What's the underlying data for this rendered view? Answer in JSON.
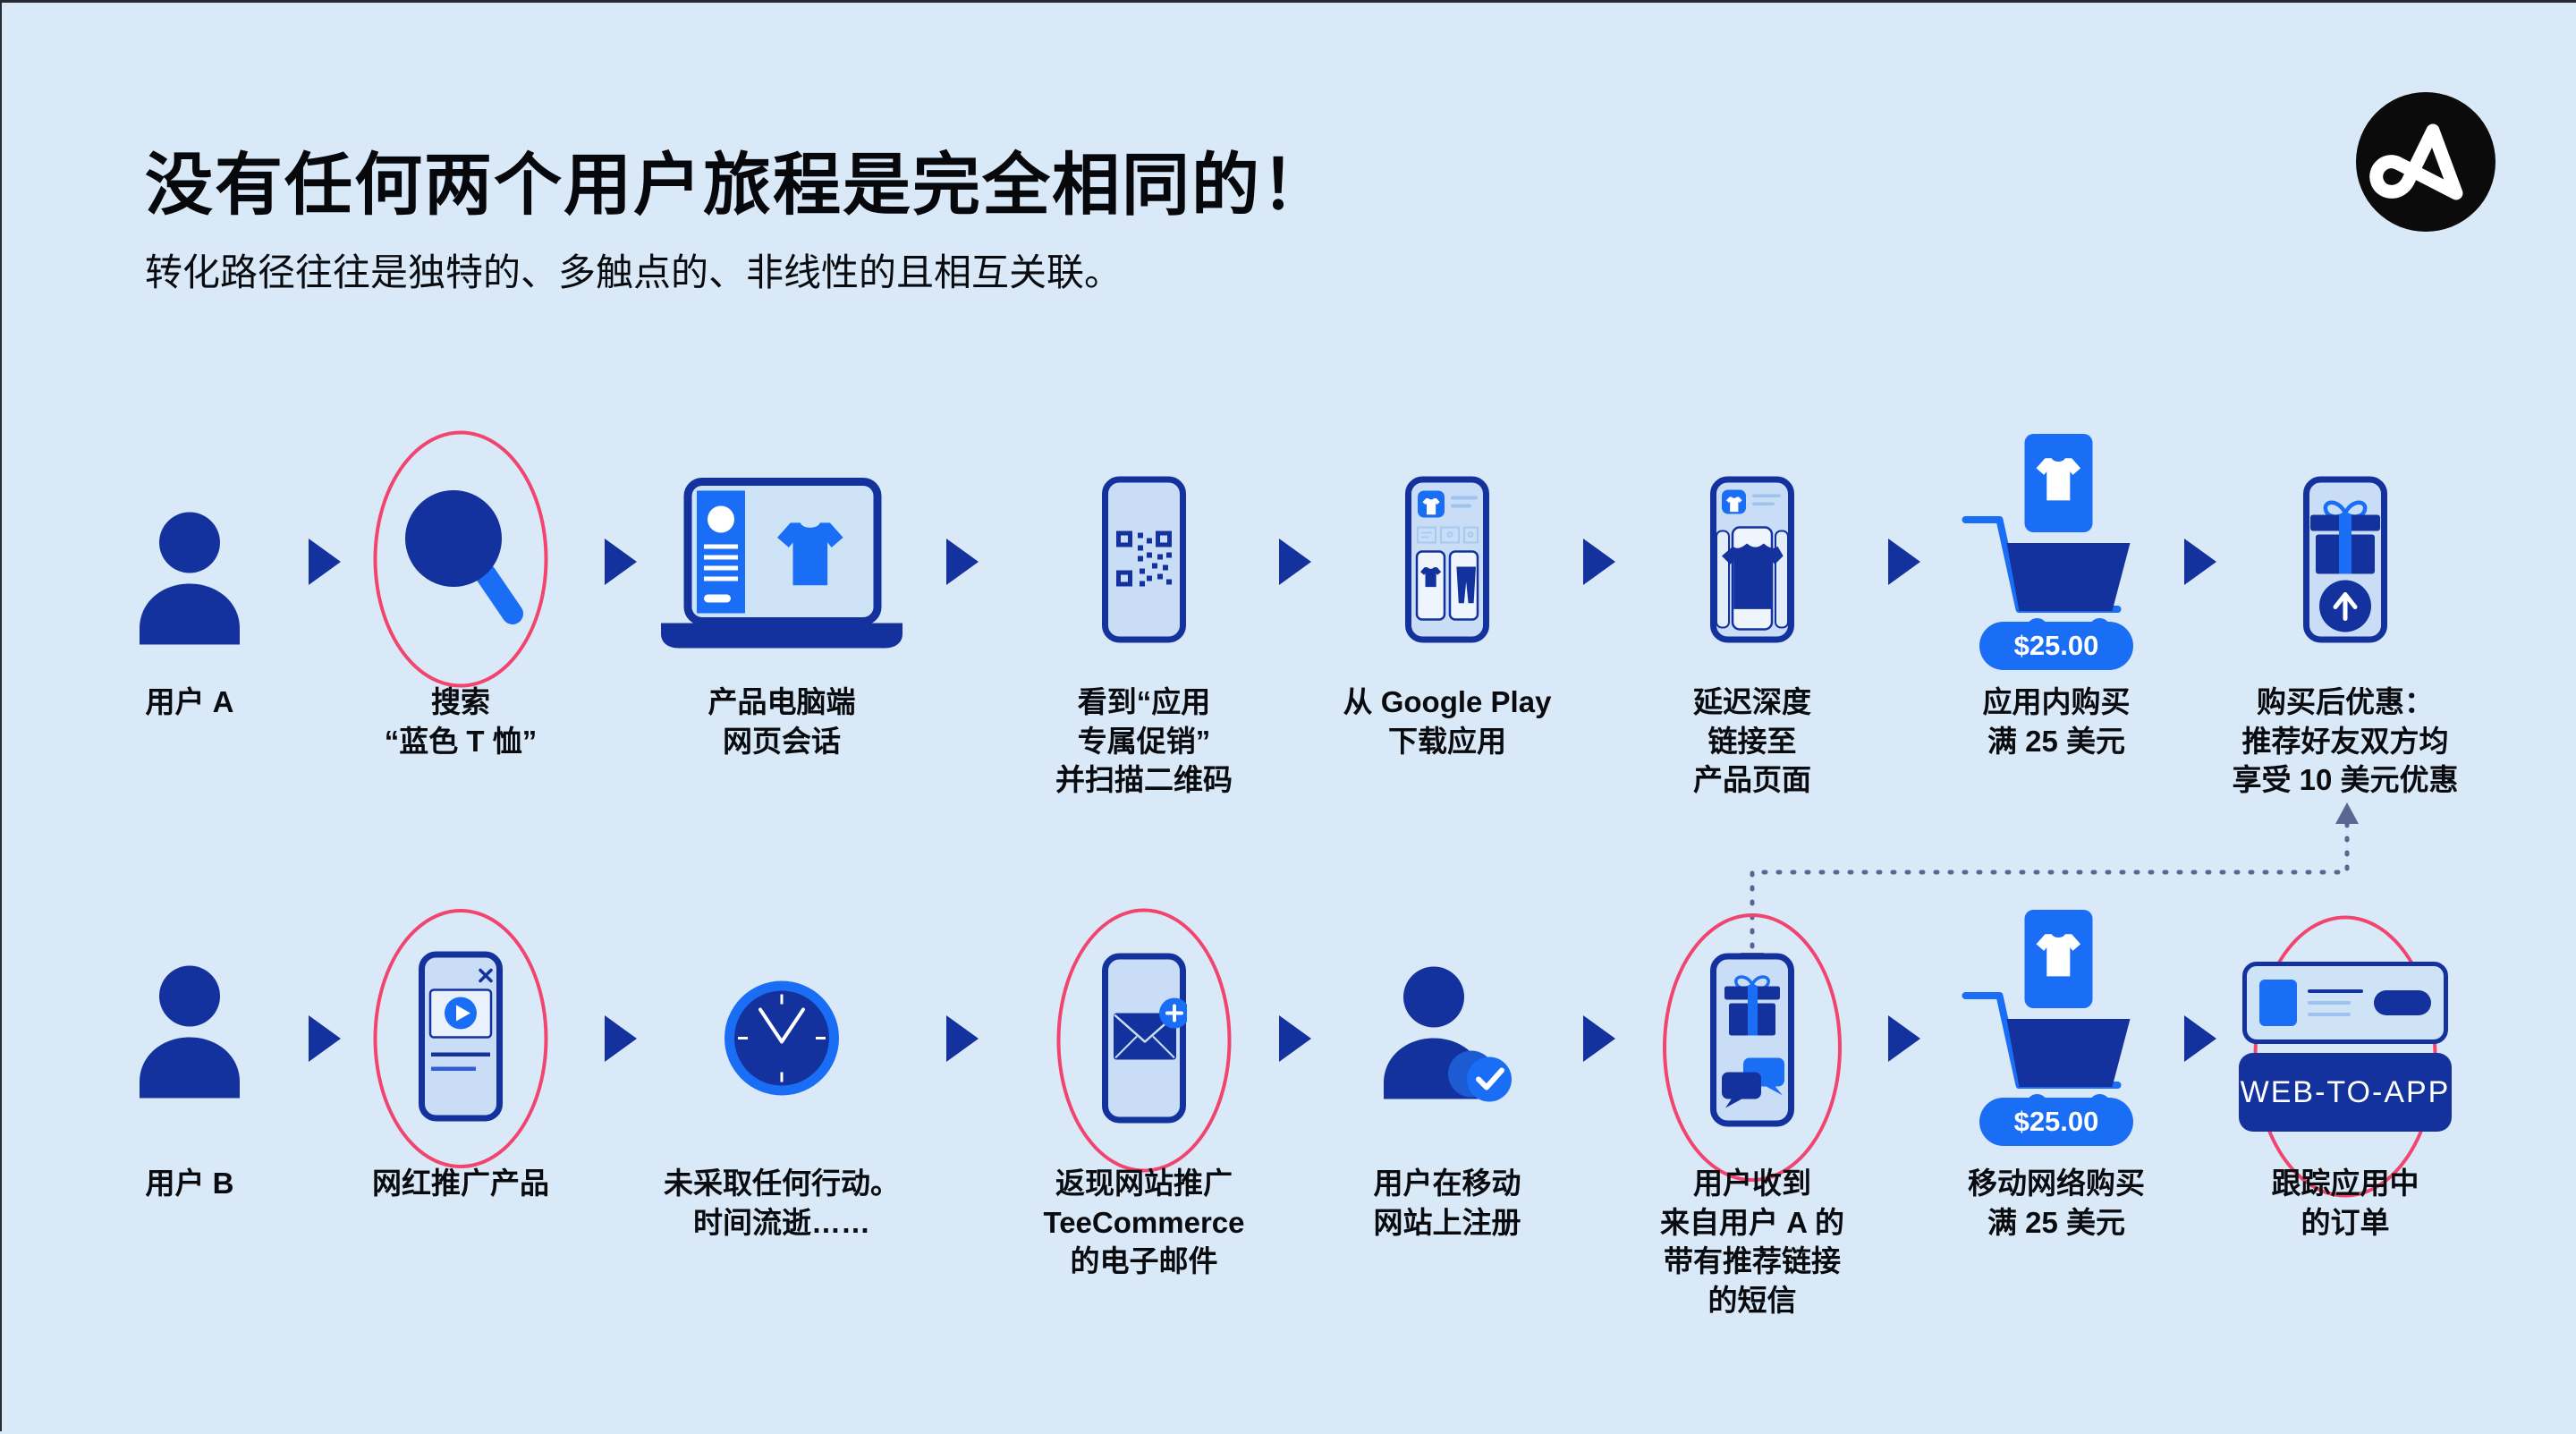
{
  "colors": {
    "background": "#D9E9F8",
    "navy": "#14329D",
    "bright_blue": "#1A6EF5",
    "phone_fill": "#C9DEF6",
    "highlight_pink": "#F1456F",
    "connector_dotted": "#5B6695",
    "logo_black": "#0B0B0B",
    "text": "#0A0B0F"
  },
  "header": {
    "title": "没有任何两个用户旅程是完全相同的！",
    "subtitle": "转化路径往往是独特的、多触点的、非线性的且相互关联。",
    "logo_icon": "appsflyer-logo"
  },
  "journey_a": {
    "steps": [
      {
        "icon": "person-icon",
        "label": "用户 A"
      },
      {
        "icon": "magnifier-icon",
        "label": "搜索\n“蓝色 T 恤”",
        "highlighted": true
      },
      {
        "icon": "laptop-icon",
        "label": "产品电脑端\n网页会话"
      },
      {
        "icon": "qr-code-phone-icon",
        "label": "看到“应用\n专属促销”\n并扫描二维码"
      },
      {
        "icon": "app-store-phone-icon",
        "label": "从 Google Play\n下载应用"
      },
      {
        "icon": "product-page-phone-icon",
        "label": "延迟深度\n链接至\n产品页面"
      },
      {
        "icon": "shopping-cart-icon",
        "label": "应用内购买\n满 25 美元",
        "badge": "$25.00"
      },
      {
        "icon": "gift-share-phone-icon",
        "label": "购买后优惠：\n推荐好友双方均\n享受 10 美元优惠"
      }
    ]
  },
  "journey_b": {
    "steps": [
      {
        "icon": "person-icon",
        "label": "用户 B"
      },
      {
        "icon": "video-ad-phone-icon",
        "label": "网红推广产品",
        "highlighted": true
      },
      {
        "icon": "clock-icon",
        "label": "未采取任何行动。\n时间流逝……"
      },
      {
        "icon": "email-phone-icon",
        "label": "返现网站推广\nTeeCommerce\n的电子邮件",
        "highlighted": true
      },
      {
        "icon": "person-check-icon",
        "label": "用户在移动\n网站上注册"
      },
      {
        "icon": "gift-sms-phone-icon",
        "label": "用户收到\n来自用户 A 的\n带有推荐链接\n的短信",
        "highlighted": true
      },
      {
        "icon": "shopping-cart-icon",
        "label": "移动网络购买\n满 25 美元",
        "badge": "$25.00"
      },
      {
        "icon": "web-to-app-card-icon",
        "label": "跟踪应用中\n的订单",
        "banner": "WEB-TO-APP",
        "highlighted": true
      }
    ]
  }
}
